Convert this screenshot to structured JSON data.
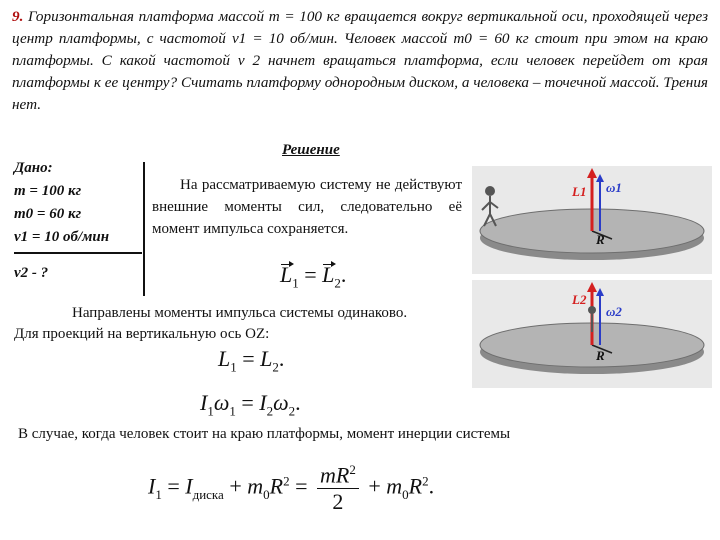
{
  "problem": {
    "number": "9.",
    "text": "Горизонтальная платформа массой m = 100 кг вращается вокруг вертикальной оси, проходящей через центр платформы, с частотой ν1 = 10 об/мин. Человек массой m0 = 60 кг стоит при этом на краю платформы. С какой частотой ν 2 начнет вращаться платформа, если человек перейдет от края платформы к ее центру? Считать платформу однородным диском, а человека – точечной массой. Трения нет."
  },
  "given": {
    "title": "Дано:",
    "lines": [
      "m = 100 кг",
      "m0 = 60 кг",
      "ν1 = 10 об/мин"
    ],
    "find": "ν2 - ?"
  },
  "solution": {
    "title": "Решение",
    "intro": "На рассматриваемую систему не действуют внешние моменты сил, следовательно её момент импульса сохраняется.",
    "para2": "Направлены моменты импульса системы одинаково. Для проекций на вертикальную ось OZ:",
    "para3": "В случае, когда человек стоит на краю платформы, момент инерции системы"
  },
  "figures": {
    "fig1": {
      "L_label": "L1",
      "omega_label": "ω1",
      "R_label": "R"
    },
    "fig2": {
      "L_label": "L2",
      "omega_label": "ω2",
      "R_label": "R"
    },
    "colors": {
      "platform": "#a9a9a9",
      "platform_edge": "#6e6e6e",
      "arrow_L": "#d42020",
      "arrow_w": "#2a3cc8",
      "background": "#e9e9e9"
    }
  }
}
